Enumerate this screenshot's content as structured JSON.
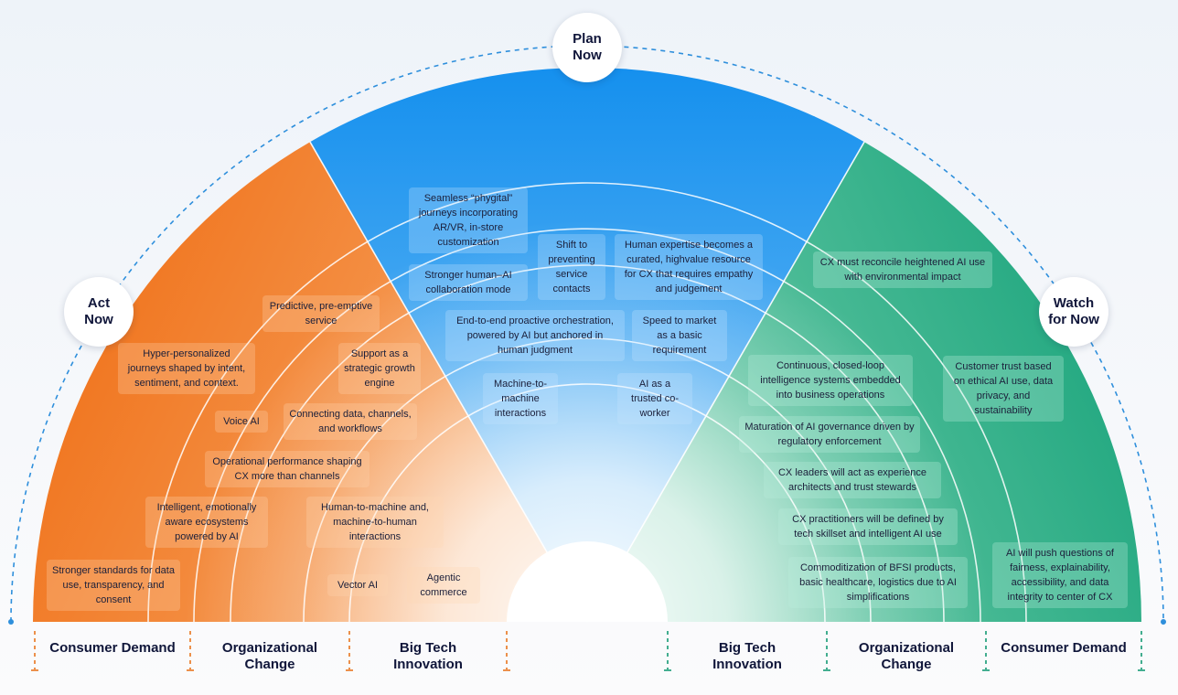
{
  "colors": {
    "act": "#ef6f12",
    "plan": "#1c93ee",
    "watch": "#18a077",
    "orange_dash": "#e9761f",
    "green_dash": "#159a74",
    "blue_dash": "#2e8fdc"
  },
  "badges": {
    "act": "Act Now",
    "plan": "Plan Now",
    "watch": "Watch for Now"
  },
  "categories": {
    "left_consumer": "Consumer Demand",
    "left_org": "Organizational Change",
    "left_bigtech": "Big Tech Innovation",
    "right_bigtech": "Big Tech Innovation",
    "right_org": "Organizational Change",
    "right_consumer": "Consumer Demand"
  },
  "items": {
    "act": [
      "Predictive, pre-emptive service",
      "Hyper-personalized journeys shaped by intent, sentiment, and context.",
      "Support as a strategic growth engine",
      "Voice AI",
      "Connecting data, channels, and workflows",
      "Operational performance shaping CX more than channels",
      "Intelligent, emotionally aware ecosystems powered by AI",
      "Human-to-machine and, machine-to-human interactions",
      "Stronger standards for data use, transparency, and consent",
      "Vector AI",
      "Agentic commerce"
    ],
    "plan": [
      "Seamless “phygital” journeys incorporating AR/VR, in-store customization",
      "Shift to preventing service contacts",
      "Human expertise becomes a curated, highvalue resource for CX that requires empathy and judgement",
      "Stronger human–AI collaboration mode",
      "End-to-end proactive orchestration, powered by AI but anchored in human judgment",
      "Speed to market as a basic requirement",
      "Machine-to-machine interactions",
      "AI as a trusted co-worker"
    ],
    "watch": [
      "CX must reconcile heightened AI use with environmental impact",
      "Continuous, closed-loop intelligence systems embedded into business operations",
      "Customer trust based on ethical AI use, data privacy, and sustainability",
      "Maturation of AI governance driven by regulatory enforcement",
      "CX leaders will act as experience architects and trust stewards",
      "CX practitioners will be defined by tech skillset and intelligent AI use",
      "AI will push questions of fairness, explainability, accessibility, and data integrity to center of CX",
      "Commoditization of BFSI products, basic healthcare, logistics due to AI simplifications"
    ]
  }
}
